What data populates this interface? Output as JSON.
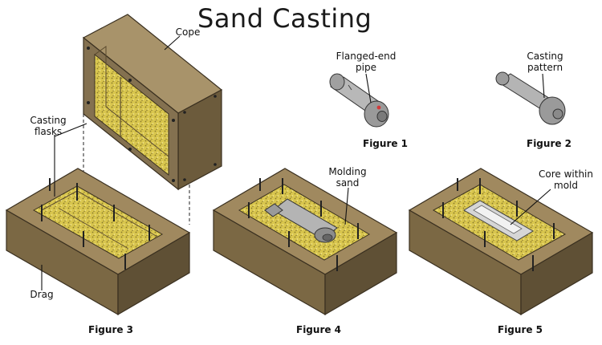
{
  "title": "Sand Casting",
  "labels": {
    "cope": "Cope",
    "casting_flasks_1": "Casting",
    "casting_flasks_2": "flasks",
    "drag": "Drag",
    "flanged_1": "Flanged-end",
    "flanged_2": "pipe",
    "pattern_1": "Casting",
    "pattern_2": "pattern",
    "molding_1": "Molding",
    "molding_2": "sand",
    "core_1": "Core within",
    "core_2": "mold"
  },
  "figures": {
    "fig1": "Figure 1",
    "fig2": "Figure 2",
    "fig3": "Figure 3",
    "fig4": "Figure 4",
    "fig5": "Figure 5"
  },
  "colors": {
    "wood_top": "#a08c64",
    "wood_front": "#7c6a45",
    "wood_side": "#66563a",
    "sand": "#d8c24a",
    "pipe": "#a8a8a8"
  }
}
